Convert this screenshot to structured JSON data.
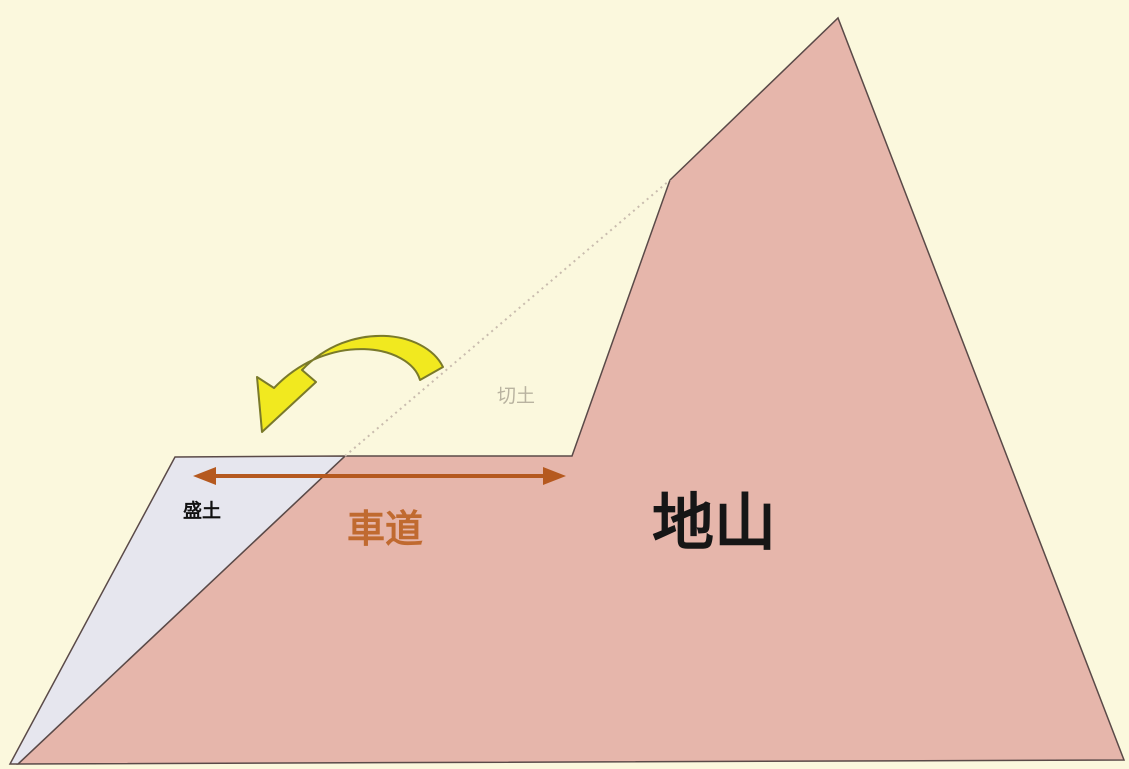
{
  "labels": {
    "ground": "地山",
    "road": "車道",
    "fill": "盛土",
    "cut": "切土"
  },
  "colors": {
    "background": "#fbf8dd",
    "ground": "#e6b6ab",
    "fill": "#e6e6ee",
    "road_arrow": "#b5591f",
    "move_arrow": "#f1e91f",
    "cut_line": "#c9bcae"
  },
  "icons": {
    "road_width": "double-arrow-icon",
    "soil_movement": "curved-arrow-icon"
  }
}
